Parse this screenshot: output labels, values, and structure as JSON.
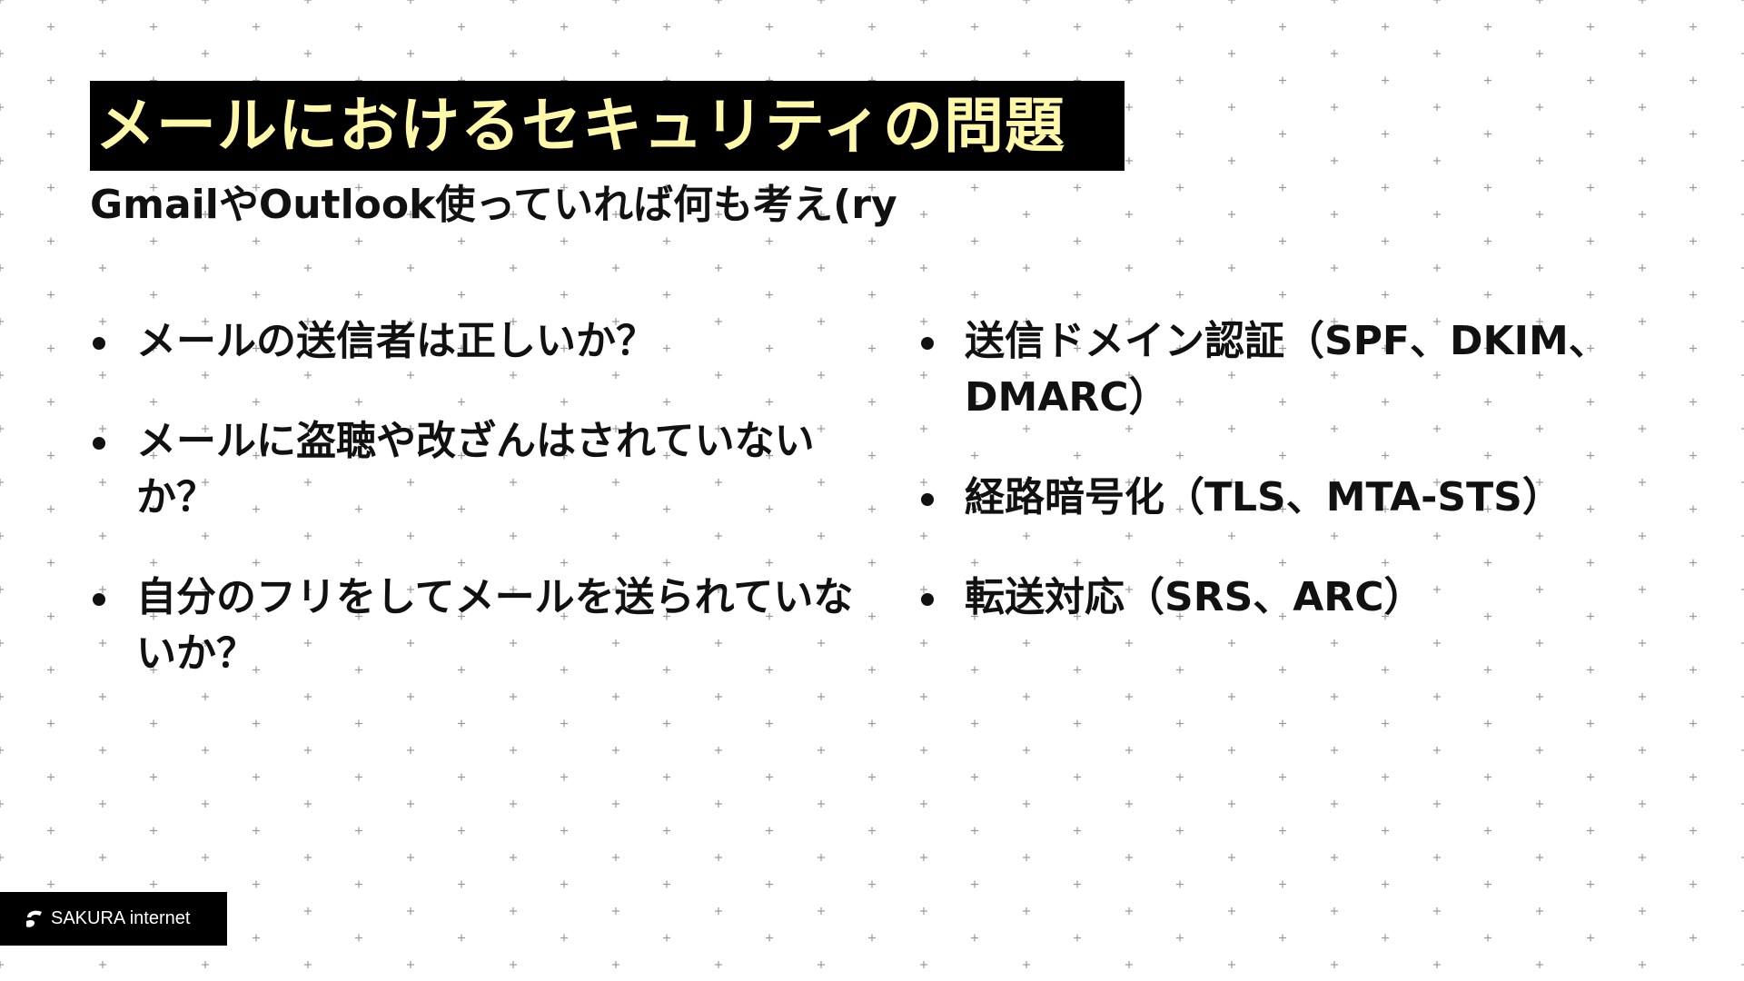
{
  "title": "メールにおけるセキュリティの問題",
  "subtitle": "GmailやOutlook使っていれば何も考え(ry",
  "left_items": [
    "メールの送信者は正しいか？",
    "メールに盗聴や改ざんはされていないか？",
    "自分のフリをしてメールを送られていないか？"
  ],
  "right_items": [
    "送信ドメイン認証（SPF、DKIM、DMARC）",
    "経路暗号化（TLS、MTA-STS）",
    "転送対応（SRS、ARC）"
  ],
  "logo": {
    "text": "SAKURA internet"
  },
  "colors": {
    "title_text": "#fff8a8",
    "title_bg": "#000000"
  }
}
